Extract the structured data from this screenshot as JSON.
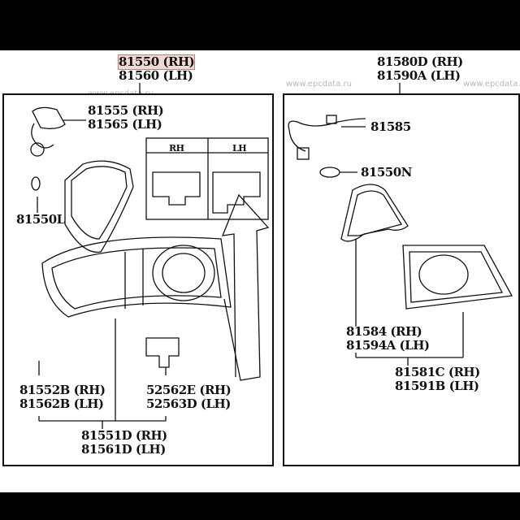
{
  "labels": {
    "main_left": {
      "rh": "81550 (RH)",
      "lh": "81560 (LH)"
    },
    "main_right": {
      "rh": "81580D (RH)",
      "lh": "81590A (LH)"
    },
    "socket": {
      "rh": "81555 (RH)",
      "lh": "81565 (LH)"
    },
    "bulb_left": "81550L",
    "lens_left": {
      "rh": "81552B (RH)",
      "lh": "81562B (LH)"
    },
    "bracket": {
      "rh": "52562E (RH)",
      "lh": "52563D (LH)"
    },
    "body_left": {
      "rh": "81551D (RH)",
      "lh": "81561D (LH)"
    },
    "wire_right": "81585",
    "bulb_right": "81550N",
    "gasket_right": {
      "rh": "81584 (RH)",
      "lh": "81594A (LH)"
    },
    "lamp_right": {
      "rh": "81581C (RH)",
      "lh": "81591B (LH)"
    }
  },
  "inset": {
    "rh": "RH",
    "lh": "LH"
  },
  "watermark": "www.epcdata.ru",
  "highlight_color": "#f3d6d6"
}
